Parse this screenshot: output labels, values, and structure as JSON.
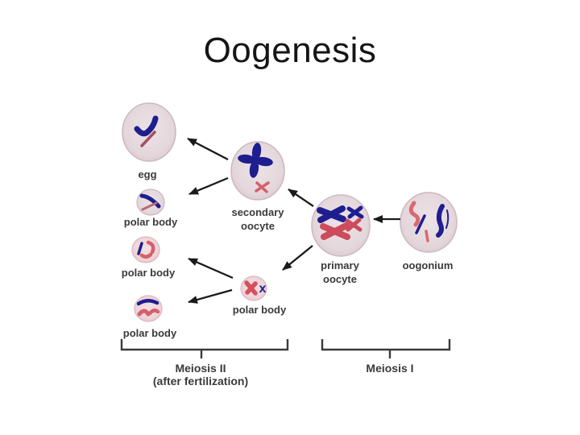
{
  "title": "Oogenesis",
  "cells": {
    "egg": {
      "label": "egg"
    },
    "polar_body_1": {
      "label": "polar body"
    },
    "polar_body_2": {
      "label": "polar body"
    },
    "polar_body_3": {
      "label": "polar body"
    },
    "secondary_oocyte": {
      "label_line1": "secondary",
      "label_line2": "oocyte"
    },
    "primary_oocyte": {
      "label_line1": "primary",
      "label_line2": "oocyte"
    },
    "oogonium": {
      "label": "oogonium"
    },
    "polar_body_mid": {
      "label": "polar body",
      "x_mark": "x"
    }
  },
  "stages": {
    "meiosis_2": {
      "line1": "Meiosis II",
      "line2": "(after fertilization)"
    },
    "meiosis_1": {
      "label": "Meiosis I"
    }
  },
  "connections": [
    {
      "from": "oogonium",
      "to": "primary_oocyte"
    },
    {
      "from": "primary_oocyte",
      "to": "secondary_oocyte"
    },
    {
      "from": "primary_oocyte",
      "to": "polar_body_mid"
    },
    {
      "from": "secondary_oocyte",
      "to": "egg"
    },
    {
      "from": "secondary_oocyte",
      "to": "polar_body_1"
    },
    {
      "from": "polar_body_mid",
      "to": "polar_body_2"
    },
    {
      "from": "polar_body_mid",
      "to": "polar_body_3"
    }
  ],
  "colors": {
    "background": "#ffffff",
    "chromosome_blue": "#1e1e8f",
    "chromosome_red": "#cc4b5c",
    "chromosome_salmon": "#d96a6f",
    "chromosome_maroon": "#a0525e",
    "cell_fill_lavender": "#e4d7dc",
    "cell_fill_pink": "#eed4d9",
    "label_text": "#3a3a3a",
    "arrow": "#1a1a1a",
    "title_text": "#151515"
  }
}
